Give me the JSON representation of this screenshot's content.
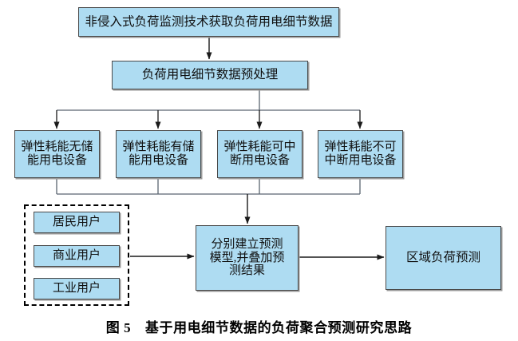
{
  "figure": {
    "caption_label": "图 5",
    "caption_text": "基于用电细节数据的负荷聚合预测研究思路",
    "caption_full": "图 5　基于用电细节数据的负荷聚合预测研究思路"
  },
  "colors": {
    "node_fill": "#aedcf2",
    "node_border": "#4a4a4a",
    "node_shadow": "#9a9a9a",
    "connector": "#1a1a1a",
    "dashed_border": "#000000",
    "background": "#ffffff",
    "text": "#101010"
  },
  "nodes": {
    "acquire": {
      "label": "非侵入式负荷监测技术获取负荷用电细节数据"
    },
    "preprocess": {
      "label": "负荷用电细节数据预处理"
    },
    "devices": [
      {
        "line1": "弹性耗能无储",
        "line2": "能用电设备",
        "label": "弹性耗能无储能用电设备"
      },
      {
        "line1": "弹性耗能有储",
        "line2": "能用电设备",
        "label": "弹性耗能有储能用电设备"
      },
      {
        "line1": "弹性耗能可中",
        "line2": "断用电设备",
        "label": "弹性耗能可中断用电设备"
      },
      {
        "line1": "弹性耗能不可",
        "line2": "中断用电设备",
        "label": "弹性耗能不可中断用电设备"
      }
    ],
    "users": [
      {
        "label": "居民用户"
      },
      {
        "label": "商业用户"
      },
      {
        "label": "工业用户"
      }
    ],
    "model": {
      "line1": "分别建立预测",
      "line2": "模型,并叠加预",
      "line3": "测结果",
      "label": "分别建立预测模型,并叠加预测结果"
    },
    "regional": {
      "label": "区域负荷预测"
    }
  },
  "chart_data": {
    "type": "diagram",
    "title": "图 5　基于用电细节数据的负荷聚合预测研究思路",
    "diagram_kind": "flowchart",
    "flow_direction": "top-down-then-left-right",
    "nodes": [
      {
        "id": "acquire",
        "text": "非侵入式负荷监测技术获取负荷用电细节数据",
        "shape": "rect"
      },
      {
        "id": "preprocess",
        "text": "负荷用电细节数据预处理",
        "shape": "rect"
      },
      {
        "id": "dev1",
        "text": "弹性耗能无储能用电设备",
        "shape": "rect"
      },
      {
        "id": "dev2",
        "text": "弹性耗能有储能用电设备",
        "shape": "rect"
      },
      {
        "id": "dev3",
        "text": "弹性耗能可中断用电设备",
        "shape": "rect"
      },
      {
        "id": "dev4",
        "text": "弹性耗能不可中断用电设备",
        "shape": "rect"
      },
      {
        "id": "user1",
        "text": "居民用户",
        "shape": "rect",
        "group": "users"
      },
      {
        "id": "user2",
        "text": "商业用户",
        "shape": "rect",
        "group": "users"
      },
      {
        "id": "user3",
        "text": "工业用户",
        "shape": "rect",
        "group": "users"
      },
      {
        "id": "model",
        "text": "分别建立预测模型,并叠加预测结果",
        "shape": "rect"
      },
      {
        "id": "regional",
        "text": "区域负荷预测",
        "shape": "rect"
      }
    ],
    "groups": [
      {
        "id": "users",
        "style": "dashed",
        "members": [
          "user1",
          "user2",
          "user3"
        ]
      }
    ],
    "edges": [
      {
        "from": "acquire",
        "to": "preprocess",
        "arrow": true
      },
      {
        "from": "preprocess",
        "to": "dev1",
        "arrow": true
      },
      {
        "from": "preprocess",
        "to": "dev2",
        "arrow": true
      },
      {
        "from": "preprocess",
        "to": "dev3",
        "arrow": true
      },
      {
        "from": "preprocess",
        "to": "dev4",
        "arrow": true
      },
      {
        "from": "dev1",
        "to": "model",
        "arrow": true,
        "via": "merge-bus"
      },
      {
        "from": "dev2",
        "to": "model",
        "arrow": true,
        "via": "merge-bus"
      },
      {
        "from": "dev3",
        "to": "model",
        "arrow": true,
        "via": "merge-bus"
      },
      {
        "from": "dev4",
        "to": "model",
        "arrow": true,
        "via": "merge-bus"
      },
      {
        "from": "users",
        "to": "model",
        "arrow": true
      },
      {
        "from": "model",
        "to": "regional",
        "arrow": true
      }
    ]
  }
}
